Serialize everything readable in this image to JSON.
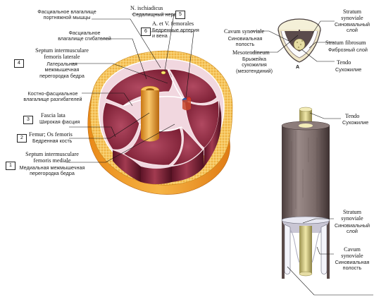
{
  "labels": {
    "fascia_flexor_hallucis": [
      "Фасциальное влагалище",
      "портняжной мышцы"
    ],
    "n_ischiadicus_lat": "N. ischiadicus",
    "n_ischiadicus_ru": "Седалищный нерв",
    "fascia_flexors": [
      "Фасциальное",
      "влагалище сгибателей"
    ],
    "vessels_lat": "A. et V. femorales",
    "vessels_ru": [
      "Бедренные артерия",
      "и вена"
    ],
    "septum_lat_lat": [
      "Septum intermusculare",
      "femoris laterale"
    ],
    "septum_lat_ru": [
      "Латеральная",
      "межмышечная",
      "перегородка бедра"
    ],
    "fascia_extensors": [
      "Костно-фасциальное",
      "влагалище разгибателей"
    ],
    "fascia_lata_lat": "Fascia lata",
    "fascia_lata_ru": "Широкая фасция",
    "femur_lat": "Femur; Os femoris",
    "femur_ru": "Бедренная кость",
    "septum_med_lat": [
      "Septum intermusculare",
      "femoris mediale"
    ],
    "septum_med_ru": [
      "Медиальная межмышечная",
      "перегородка бедра"
    ],
    "cavum_top_lat": "Cavum synoviale",
    "cavum_top_ru": [
      "Синовиальная",
      "полость"
    ],
    "mesotendineum_lat": "Mesotendineum",
    "mesotendineum_ru": [
      "Брыжейка",
      "сухожилия",
      "(мезотендиний)"
    ],
    "stratum_syn_top_lat": [
      "Stratum",
      "synoviale"
    ],
    "stratum_syn_top_ru": [
      "Синовиальный",
      "слой"
    ],
    "stratum_fib_lat": "Stratum fibrosum",
    "stratum_fib_ru": "Фиброзный слой",
    "tendo_top_lat": "Tendo",
    "tendo_top_ru": "Сухожилие",
    "letter_a": "A",
    "tendo_lat": "Tendo",
    "tendo_ru": "Сухожилие",
    "stratum_syn_lat": [
      "Stratum",
      "synoviale"
    ],
    "stratum_syn_ru": [
      "Синовиальный",
      "слой"
    ],
    "cavum_lat": [
      "Cavum",
      "synoviale"
    ],
    "cavum_ru": [
      "Синовиальная",
      "полость"
    ]
  },
  "numbers": [
    "1",
    "2",
    "3",
    "4",
    "5",
    "6"
  ],
  "colors": {
    "fat": "#f2b23a",
    "fascia_light": "#f2d6de",
    "muscle": "#8a2638",
    "muscle_dark": "#5e1427",
    "bone": "#e8a23c",
    "nerve": "#f4e04a",
    "artery": "#d9342b",
    "vein": "#2d5fb4",
    "tendon": "#d6cc88",
    "sheath": "#7b6a6a"
  }
}
